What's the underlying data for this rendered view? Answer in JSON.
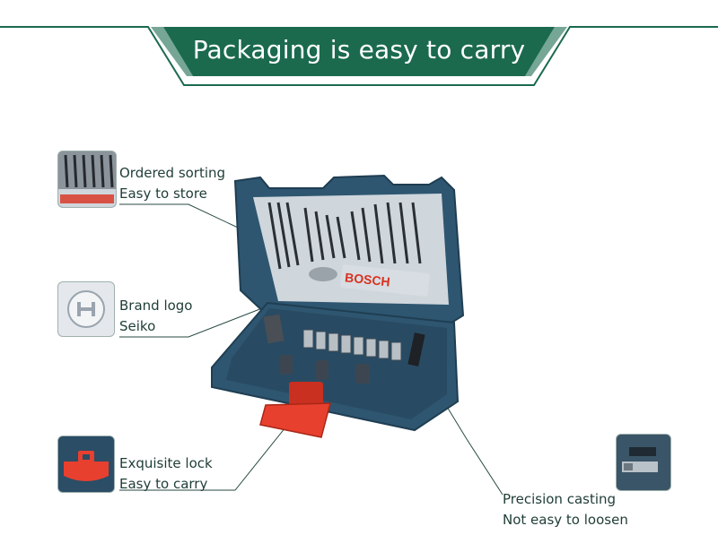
{
  "banner": {
    "title": "Packaging is easy to carry"
  },
  "colors": {
    "banner_green": "#1b6a4e",
    "case_blue": "#2f5670",
    "lock_red": "#e8402e"
  },
  "case_brand": "BOSCH",
  "callouts": {
    "ordered": {
      "line1": "Ordered sorting",
      "line2": "Easy to store"
    },
    "brand": {
      "line1": "Brand logo",
      "line2": "Seiko"
    },
    "lock": {
      "line1": "Exquisite lock",
      "line2": "Easy to carry"
    },
    "casting": {
      "line1": "Precision casting",
      "line2": "Not easy to loosen"
    }
  }
}
